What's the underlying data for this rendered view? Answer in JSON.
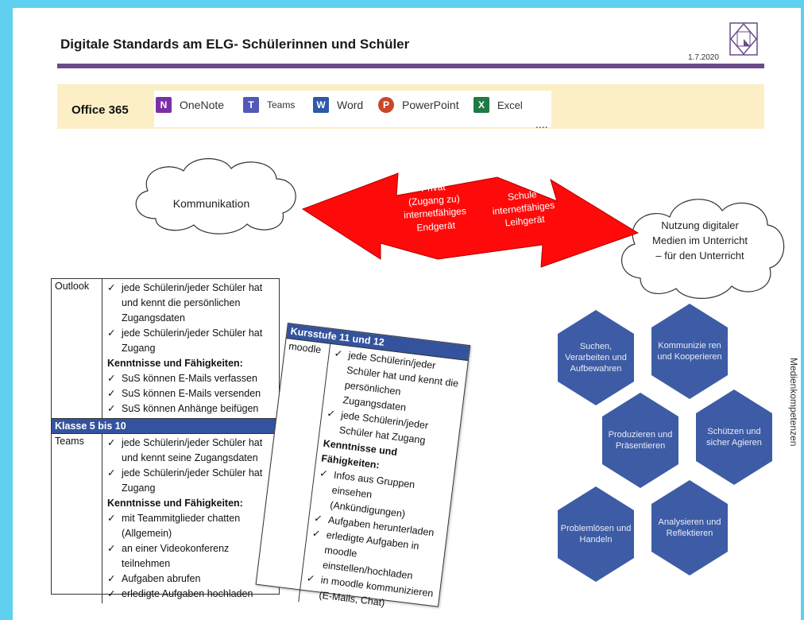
{
  "header": {
    "title": "Digitale Standards am ELG- Schülerinnen und Schüler",
    "date": "1.7.2020"
  },
  "office": {
    "label": "Office 365",
    "apps": [
      {
        "letter": "N",
        "name": "OneNote",
        "color": "#7b2fa6"
      },
      {
        "letter": "T",
        "name": "Teams",
        "color": "#5058b8"
      },
      {
        "letter": "W",
        "name": "Word",
        "color": "#2c5aa8"
      },
      {
        "letter": "P",
        "name": "PowerPoint",
        "color": "#c9452a"
      },
      {
        "letter": "X",
        "name": "Excel",
        "color": "#1f7a43"
      }
    ],
    "ellipsis": "...."
  },
  "clouds": {
    "left": "Kommunikation",
    "right": [
      "Nutzung digitaler",
      "Medien im Unterricht",
      "– für den Unterricht"
    ]
  },
  "arrow": {
    "left_lines": [
      "Privat",
      "(Zugang zu)",
      "internetfähiges",
      "Endgerät"
    ],
    "right_lines": [
      "Schule",
      "internetfähiges",
      "Leihgerät"
    ],
    "color": "#ff0a0a"
  },
  "table_main": {
    "outlook_label": "Outlook",
    "outlook_items": [
      "jede Schülerin/jeder Schüler hat und kennt die persönlichen Zugangsdaten",
      "jede Schülerin/jeder Schüler hat Zugang"
    ],
    "skills_header": "Kenntnisse und Fähigkeiten:",
    "outlook_skills": [
      "SuS können E-Mails verfassen",
      "SuS können E-Mails versenden",
      "SuS können Anhänge beifügen"
    ],
    "band": "Klasse 5 bis 10",
    "teams_label": "Teams",
    "teams_items": [
      "jede Schülerin/jeder Schüler hat und kennt seine Zugangsdaten",
      "jede Schülerin/jeder Schüler hat Zugang"
    ],
    "teams_skills": [
      "mit Teammitglieder chatten (Allgemein)",
      "an einer Videokonferenz teilnehmen",
      "Aufgaben abrufen",
      "erledigte Aufgaben hochladen"
    ]
  },
  "table_ks": {
    "band": "Kursstufe 11 und 12",
    "label": "moodle",
    "items": [
      "jede Schülerin/jeder Schüler hat und kennt die persönlichen Zugangsdaten",
      "jede Schülerin/jeder Schüler hat Zugang"
    ],
    "skills_header": "Kenntnisse und Fähigkeiten:",
    "skills": [
      "Infos aus Gruppen einsehen (Ankündigungen)",
      "Aufgaben herunterladen",
      "erledigte Aufgaben in moodle einstellen/hochladen",
      "in moodle kommunizieren (E-Mails, Chat)"
    ]
  },
  "hexes": [
    "Suchen, Verarbeiten und Aufbewahren",
    "Kommunizie ren und Kooperieren",
    "Produzieren und Präsentieren",
    "Schützen und sicher Agieren",
    "Problemlösen und Handeln",
    "Analysieren und Reflektieren"
  ],
  "side_label": "Medienkompetenzen"
}
